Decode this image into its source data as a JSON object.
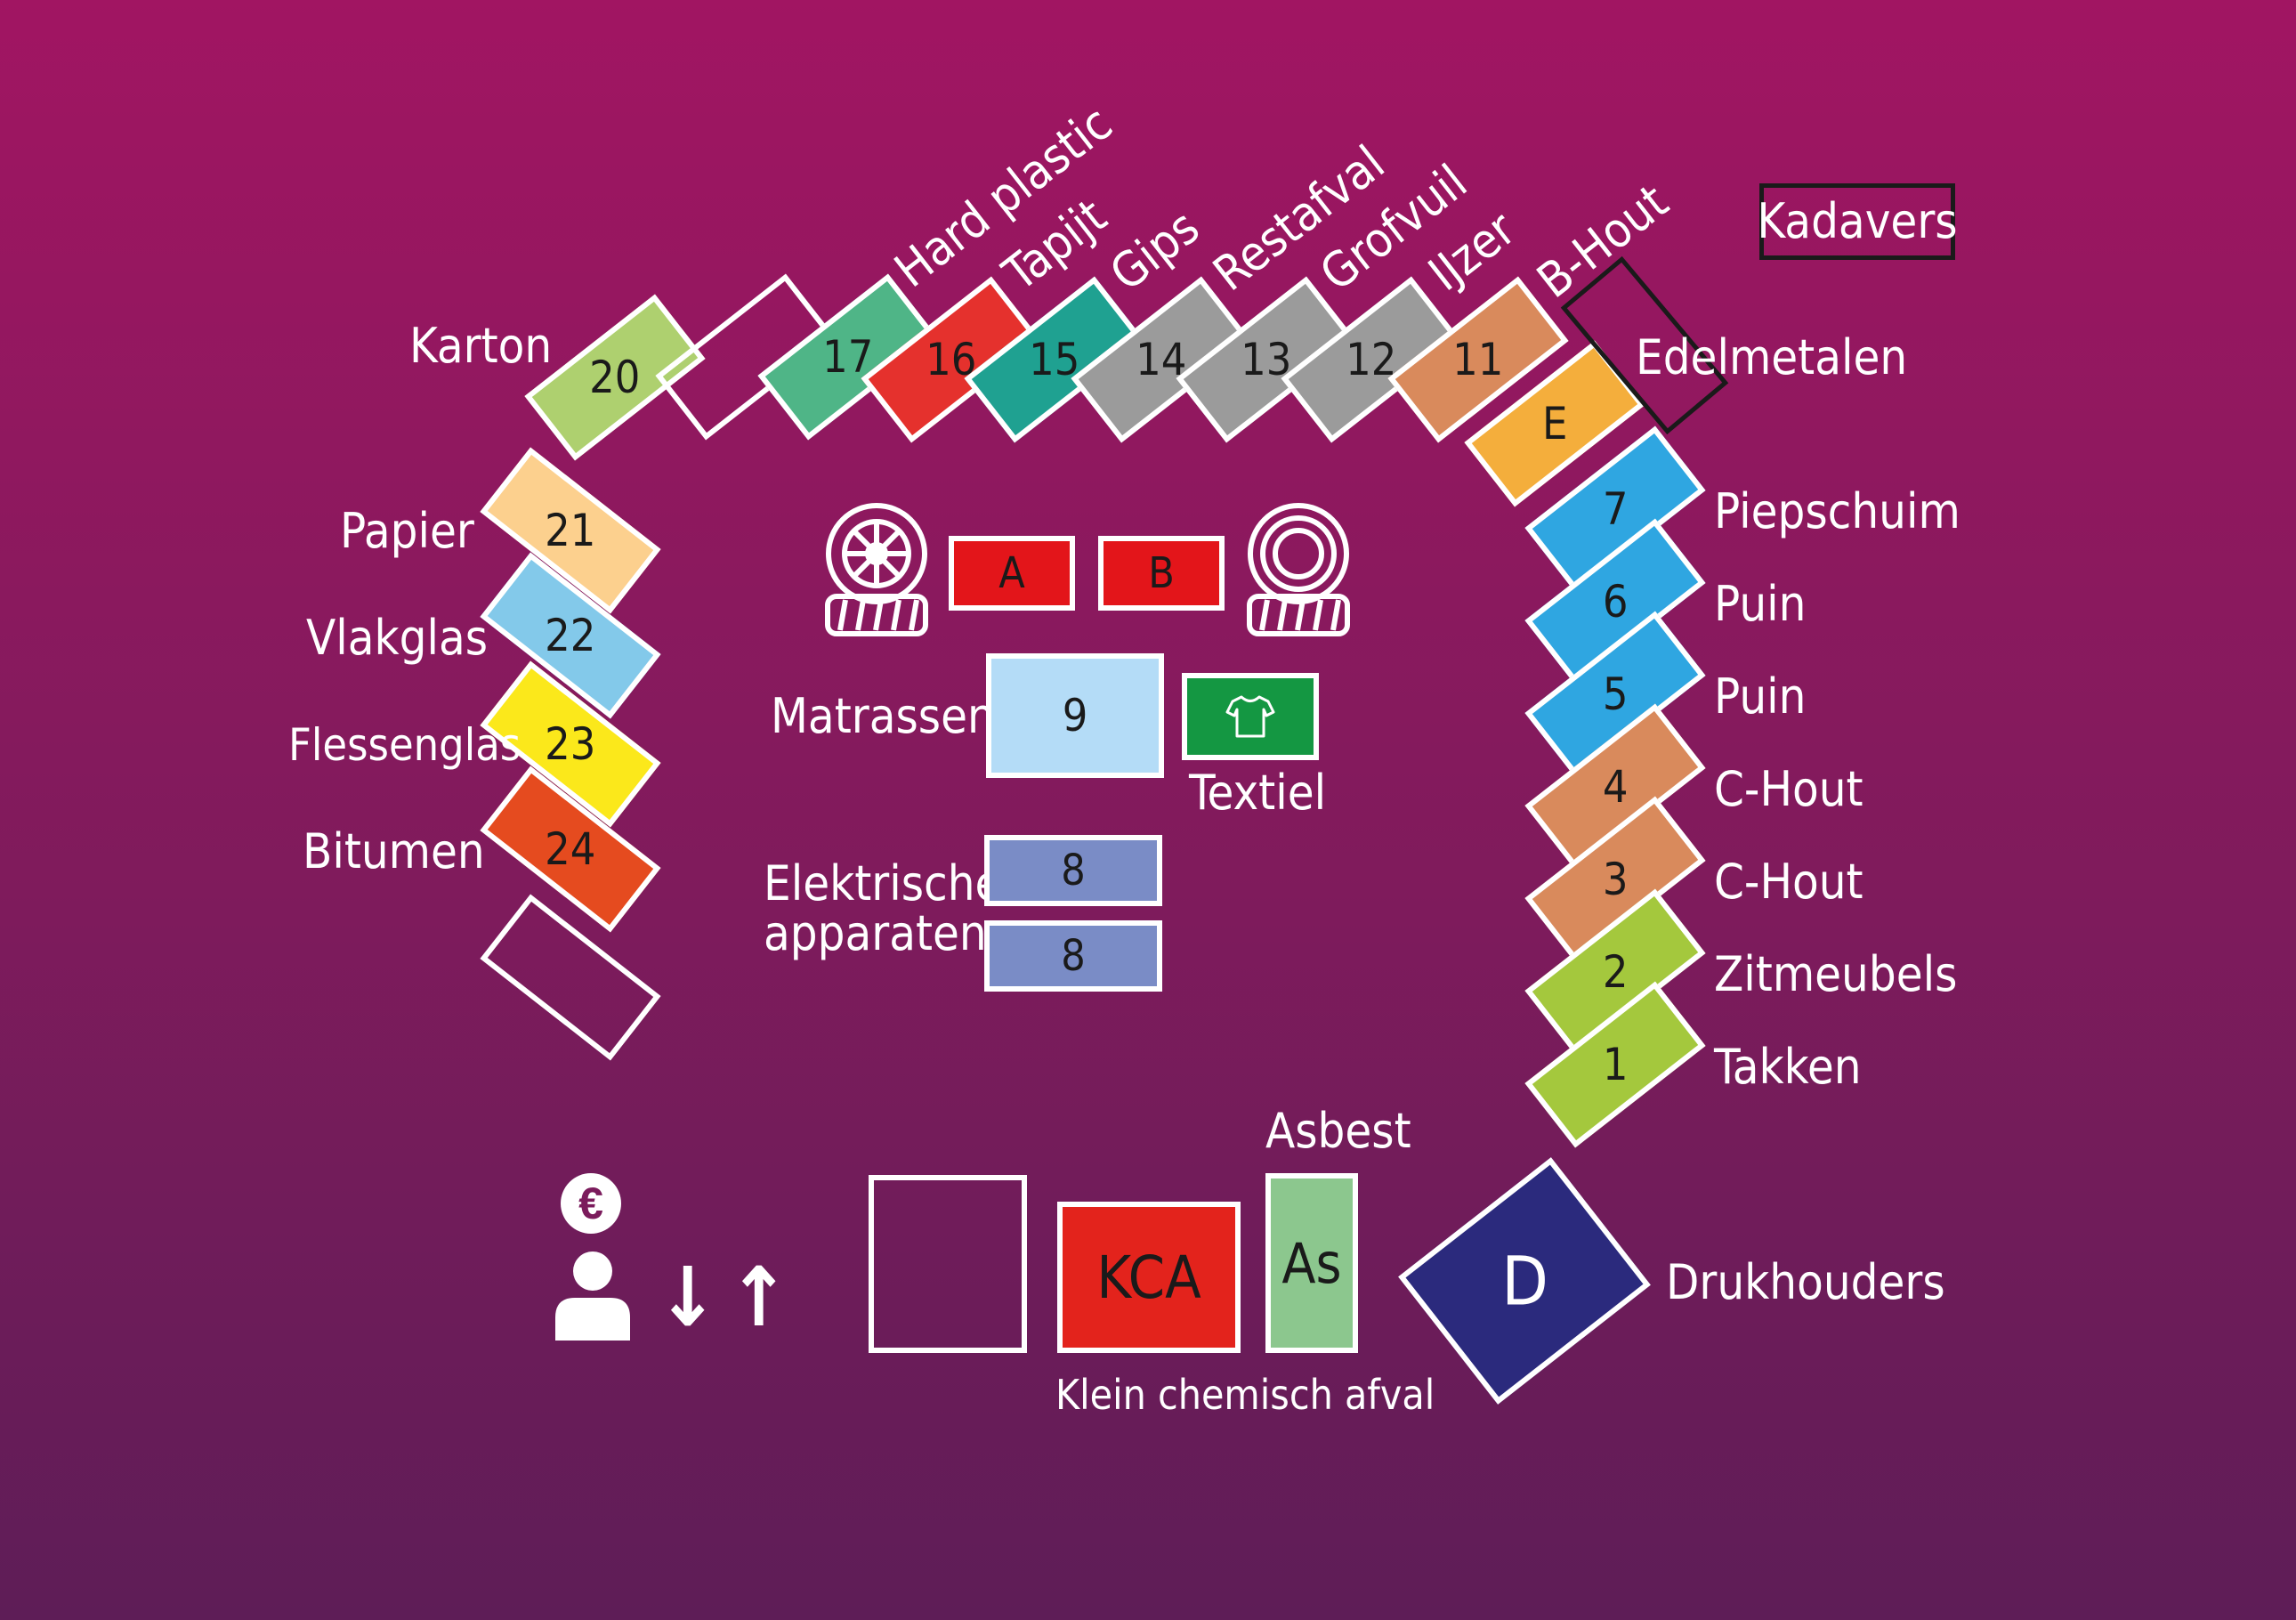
{
  "colors": {
    "background_top": "#a11562",
    "background_bottom": "#5e1d57",
    "outline": "#ffffff"
  },
  "top_row": {
    "docks": [
      {
        "id": "20",
        "color": "#aed06f"
      },
      {
        "id": "",
        "color": "transparent"
      },
      {
        "id": "17",
        "color": "#4fb587"
      },
      {
        "id": "16",
        "color": "#e5312d"
      },
      {
        "id": "15",
        "color": "#1fa191"
      },
      {
        "id": "14",
        "color": "#9b9b9b"
      },
      {
        "id": "13",
        "color": "#9b9b9b"
      },
      {
        "id": "12",
        "color": "#9b9b9b"
      },
      {
        "id": "11",
        "color": "#d98a5c"
      }
    ],
    "labels": {
      "karton": "Karton",
      "hard_plastic": "Hard plastic",
      "tapijt": "Tapijt",
      "gips": "Gips",
      "restafval": "Restafval",
      "grofvuil": "Grofvuil",
      "ijzer": "IJzer",
      "b_hout": "B-Hout"
    }
  },
  "edelmetalen": {
    "id": "E",
    "color": "#f4ae3c",
    "label": "Edelmetalen"
  },
  "kadavers": {
    "label": "Kadavers"
  },
  "left_column": {
    "docks": [
      {
        "id": "21",
        "color": "#fcd08e",
        "label": "Papier"
      },
      {
        "id": "22",
        "color": "#83c9ea",
        "label": "Vlakglas"
      },
      {
        "id": "23",
        "color": "#fbe81b",
        "label": "Flessenglas"
      },
      {
        "id": "24",
        "color": "#e54b1f",
        "label": "Bitumen"
      },
      {
        "id": "",
        "color": "transparent",
        "label": ""
      }
    ]
  },
  "right_column": {
    "docks": [
      {
        "id": "7",
        "color": "#2fa6e1",
        "label": "Piepschuim"
      },
      {
        "id": "6",
        "color": "#2fa6e1",
        "label": "Puin"
      },
      {
        "id": "5",
        "color": "#2fa6e1",
        "label": "Puin"
      },
      {
        "id": "4",
        "color": "#d98a5c",
        "label": "C-Hout"
      },
      {
        "id": "3",
        "color": "#d98a5c",
        "label": "C-Hout"
      },
      {
        "id": "2",
        "color": "#a4c83d",
        "label": "Zitmeubels"
      },
      {
        "id": "1",
        "color": "#a4c83d",
        "label": "Takken"
      }
    ]
  },
  "center": {
    "tires_a": {
      "id": "A",
      "color": "#e3151a"
    },
    "tires_b": {
      "id": "B",
      "color": "#e3151a"
    },
    "matrassen": {
      "id": "9",
      "color": "#b4dcf7",
      "label": "Matrassen"
    },
    "textiel": {
      "color": "#149742",
      "label": "Textiel"
    },
    "elektrische": {
      "ids": [
        "8",
        "8"
      ],
      "color": "#7a8cc6",
      "label_line1": "Elektrische",
      "label_line2": "apparaten"
    }
  },
  "bottom": {
    "kca": {
      "id": "KCA",
      "color": "#e3231c",
      "label": "Klein chemisch afval"
    },
    "asbest": {
      "id": "As",
      "color": "#8cc78e",
      "label": "Asbest"
    },
    "drukhouders": {
      "id": "D",
      "color": "#2b2a7d",
      "label": "Drukhouders"
    },
    "entrance": {
      "euro_symbol": "€",
      "down_arrow": "↓",
      "up_arrow": "↑"
    }
  }
}
